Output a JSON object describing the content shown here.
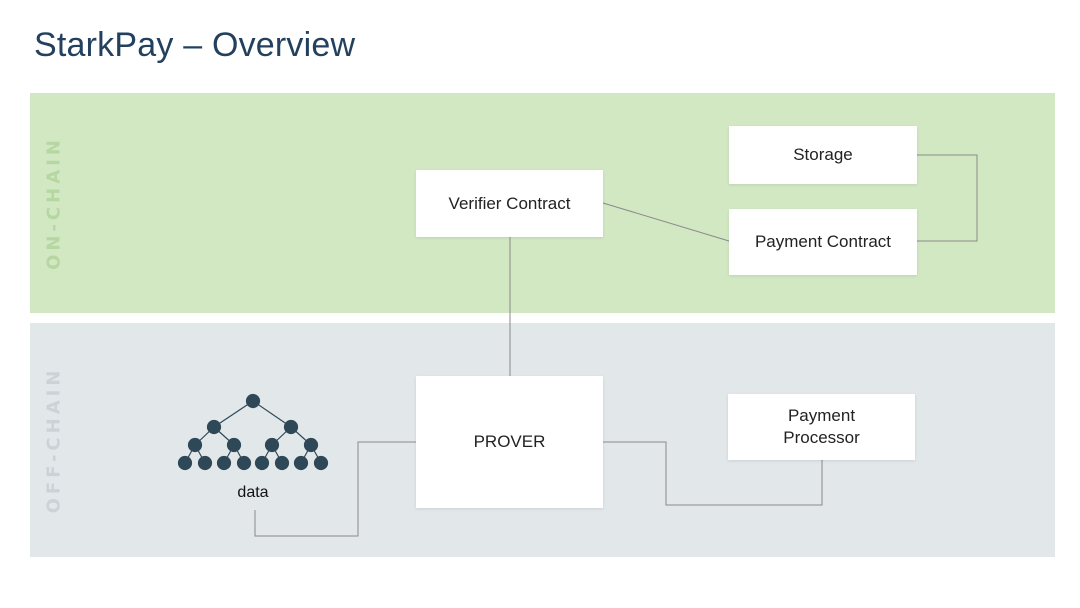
{
  "title": "StarkPay – Overview",
  "zones": {
    "on_chain": "ON-CHAIN",
    "off_chain": "OFF-CHAIN"
  },
  "nodes": {
    "storage": "Storage",
    "verifier": "Verifier Contract",
    "payment_contract": "Payment Contract",
    "prover": "PROVER",
    "payment_processor": "Payment\nProcessor",
    "data": "data"
  },
  "colors": {
    "title": "#23415f",
    "on_chain_bg": "#d2e8c3",
    "off_chain_bg": "#e2e7ea",
    "tree_node": "#2f4858",
    "connector": "#8a8a8a"
  },
  "icons": {
    "data_tree": "binary-tree-icon"
  }
}
